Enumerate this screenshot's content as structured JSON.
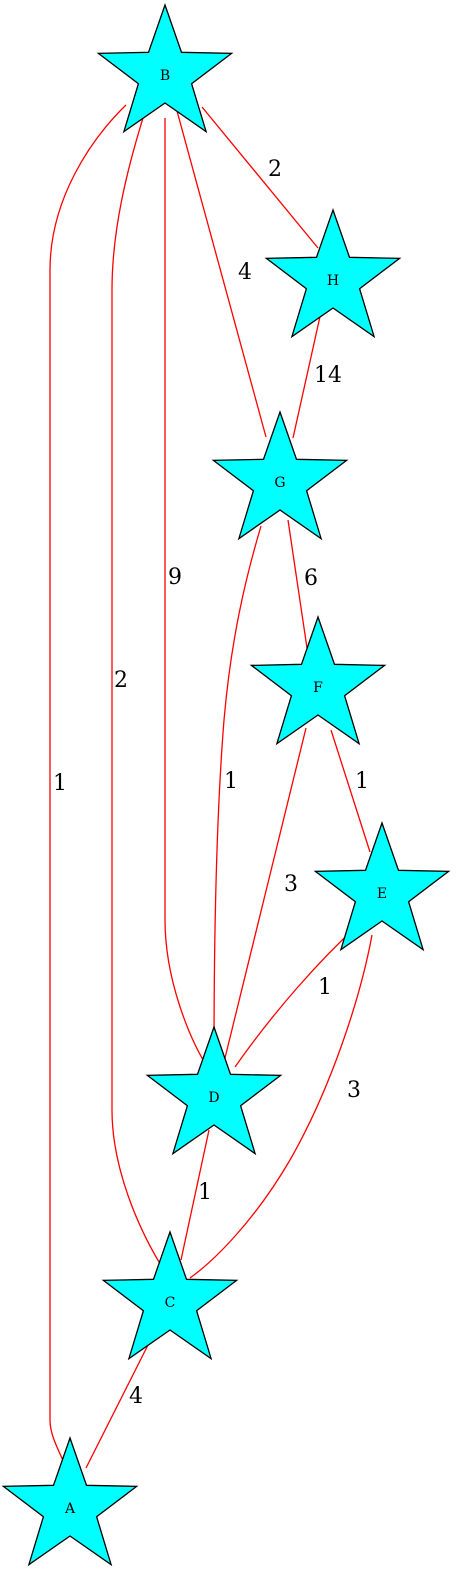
{
  "graph": {
    "node_color": "#00ffff",
    "node_outline": "#000000",
    "edge_color": "#ff0000",
    "text_color": "#000000",
    "node_shape": "star",
    "nodes": [
      {
        "id": "A",
        "label": "A"
      },
      {
        "id": "B",
        "label": "B"
      },
      {
        "id": "C",
        "label": "C"
      },
      {
        "id": "D",
        "label": "D"
      },
      {
        "id": "E",
        "label": "E"
      },
      {
        "id": "F",
        "label": "F"
      },
      {
        "id": "G",
        "label": "G"
      },
      {
        "id": "H",
        "label": "H"
      }
    ],
    "edges": [
      {
        "id": "B-A",
        "source": "B",
        "target": "A",
        "weight": "1"
      },
      {
        "id": "B-C",
        "source": "B",
        "target": "C",
        "weight": "2"
      },
      {
        "id": "B-D",
        "source": "B",
        "target": "D",
        "weight": "9"
      },
      {
        "id": "B-G",
        "source": "B",
        "target": "G",
        "weight": "4"
      },
      {
        "id": "B-H",
        "source": "B",
        "target": "H",
        "weight": "2"
      },
      {
        "id": "H-G",
        "source": "H",
        "target": "G",
        "weight": "14"
      },
      {
        "id": "G-F",
        "source": "G",
        "target": "F",
        "weight": "6"
      },
      {
        "id": "G-D",
        "source": "G",
        "target": "D",
        "weight": "1"
      },
      {
        "id": "F-E",
        "source": "F",
        "target": "E",
        "weight": "1"
      },
      {
        "id": "F-D",
        "source": "F",
        "target": "D",
        "weight": "3"
      },
      {
        "id": "E-D",
        "source": "E",
        "target": "D",
        "weight": "1"
      },
      {
        "id": "E-C",
        "source": "E",
        "target": "C",
        "weight": "3"
      },
      {
        "id": "D-C",
        "source": "D",
        "target": "C",
        "weight": "1"
      },
      {
        "id": "C-A",
        "source": "C",
        "target": "A",
        "weight": "4"
      }
    ]
  }
}
